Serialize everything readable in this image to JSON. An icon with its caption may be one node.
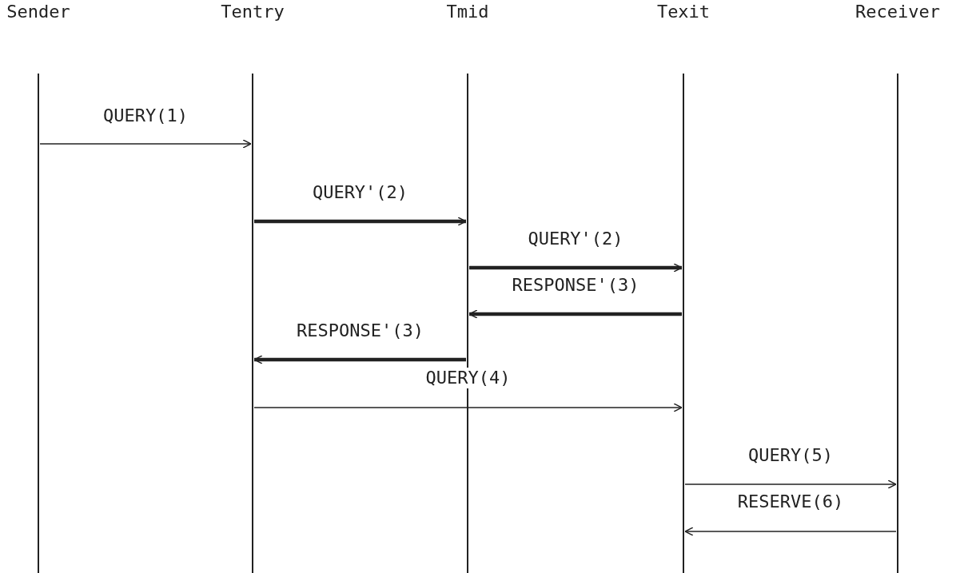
{
  "diagram": {
    "nodes": [
      {
        "text": [
          "Sender"
        ]
      },
      {
        "text": [
          "Tentry"
        ]
      },
      {
        "text": [
          "Tmid"
        ]
      },
      {
        "text": [
          "Texit"
        ]
      },
      {
        "text": [
          "Receiver"
        ]
      }
    ],
    "edges": [
      {
        "from": 0,
        "to": 1,
        "arrow": "to",
        "label": "QUERY(1)"
      },
      {
        "from": 1,
        "to": 2,
        "arrow": "to",
        "label": "QUERY'(2)",
        "style": "thick"
      },
      {
        "from": 2,
        "to": 3,
        "arrow": "to",
        "label": "QUERY'(2)",
        "style": "thick"
      },
      {
        "from": 3,
        "to": 2,
        "arrow": "to",
        "label": "RESPONSE'(3)",
        "style": "thick"
      },
      {
        "from": 2,
        "to": 1,
        "arrow": "to",
        "label": "RESPONSE'(3)",
        "style": "thick"
      },
      {
        "from": 1,
        "to": 3,
        "arrow": "to",
        "label": "QUERY(4)"
      },
      {
        "from": 3,
        "to": 4,
        "arrow": "to",
        "label": "QUERY(5)"
      },
      {
        "from": 4,
        "to": 3,
        "arrow": "to",
        "label": "RESERVE(6)"
      }
    ]
  }
}
